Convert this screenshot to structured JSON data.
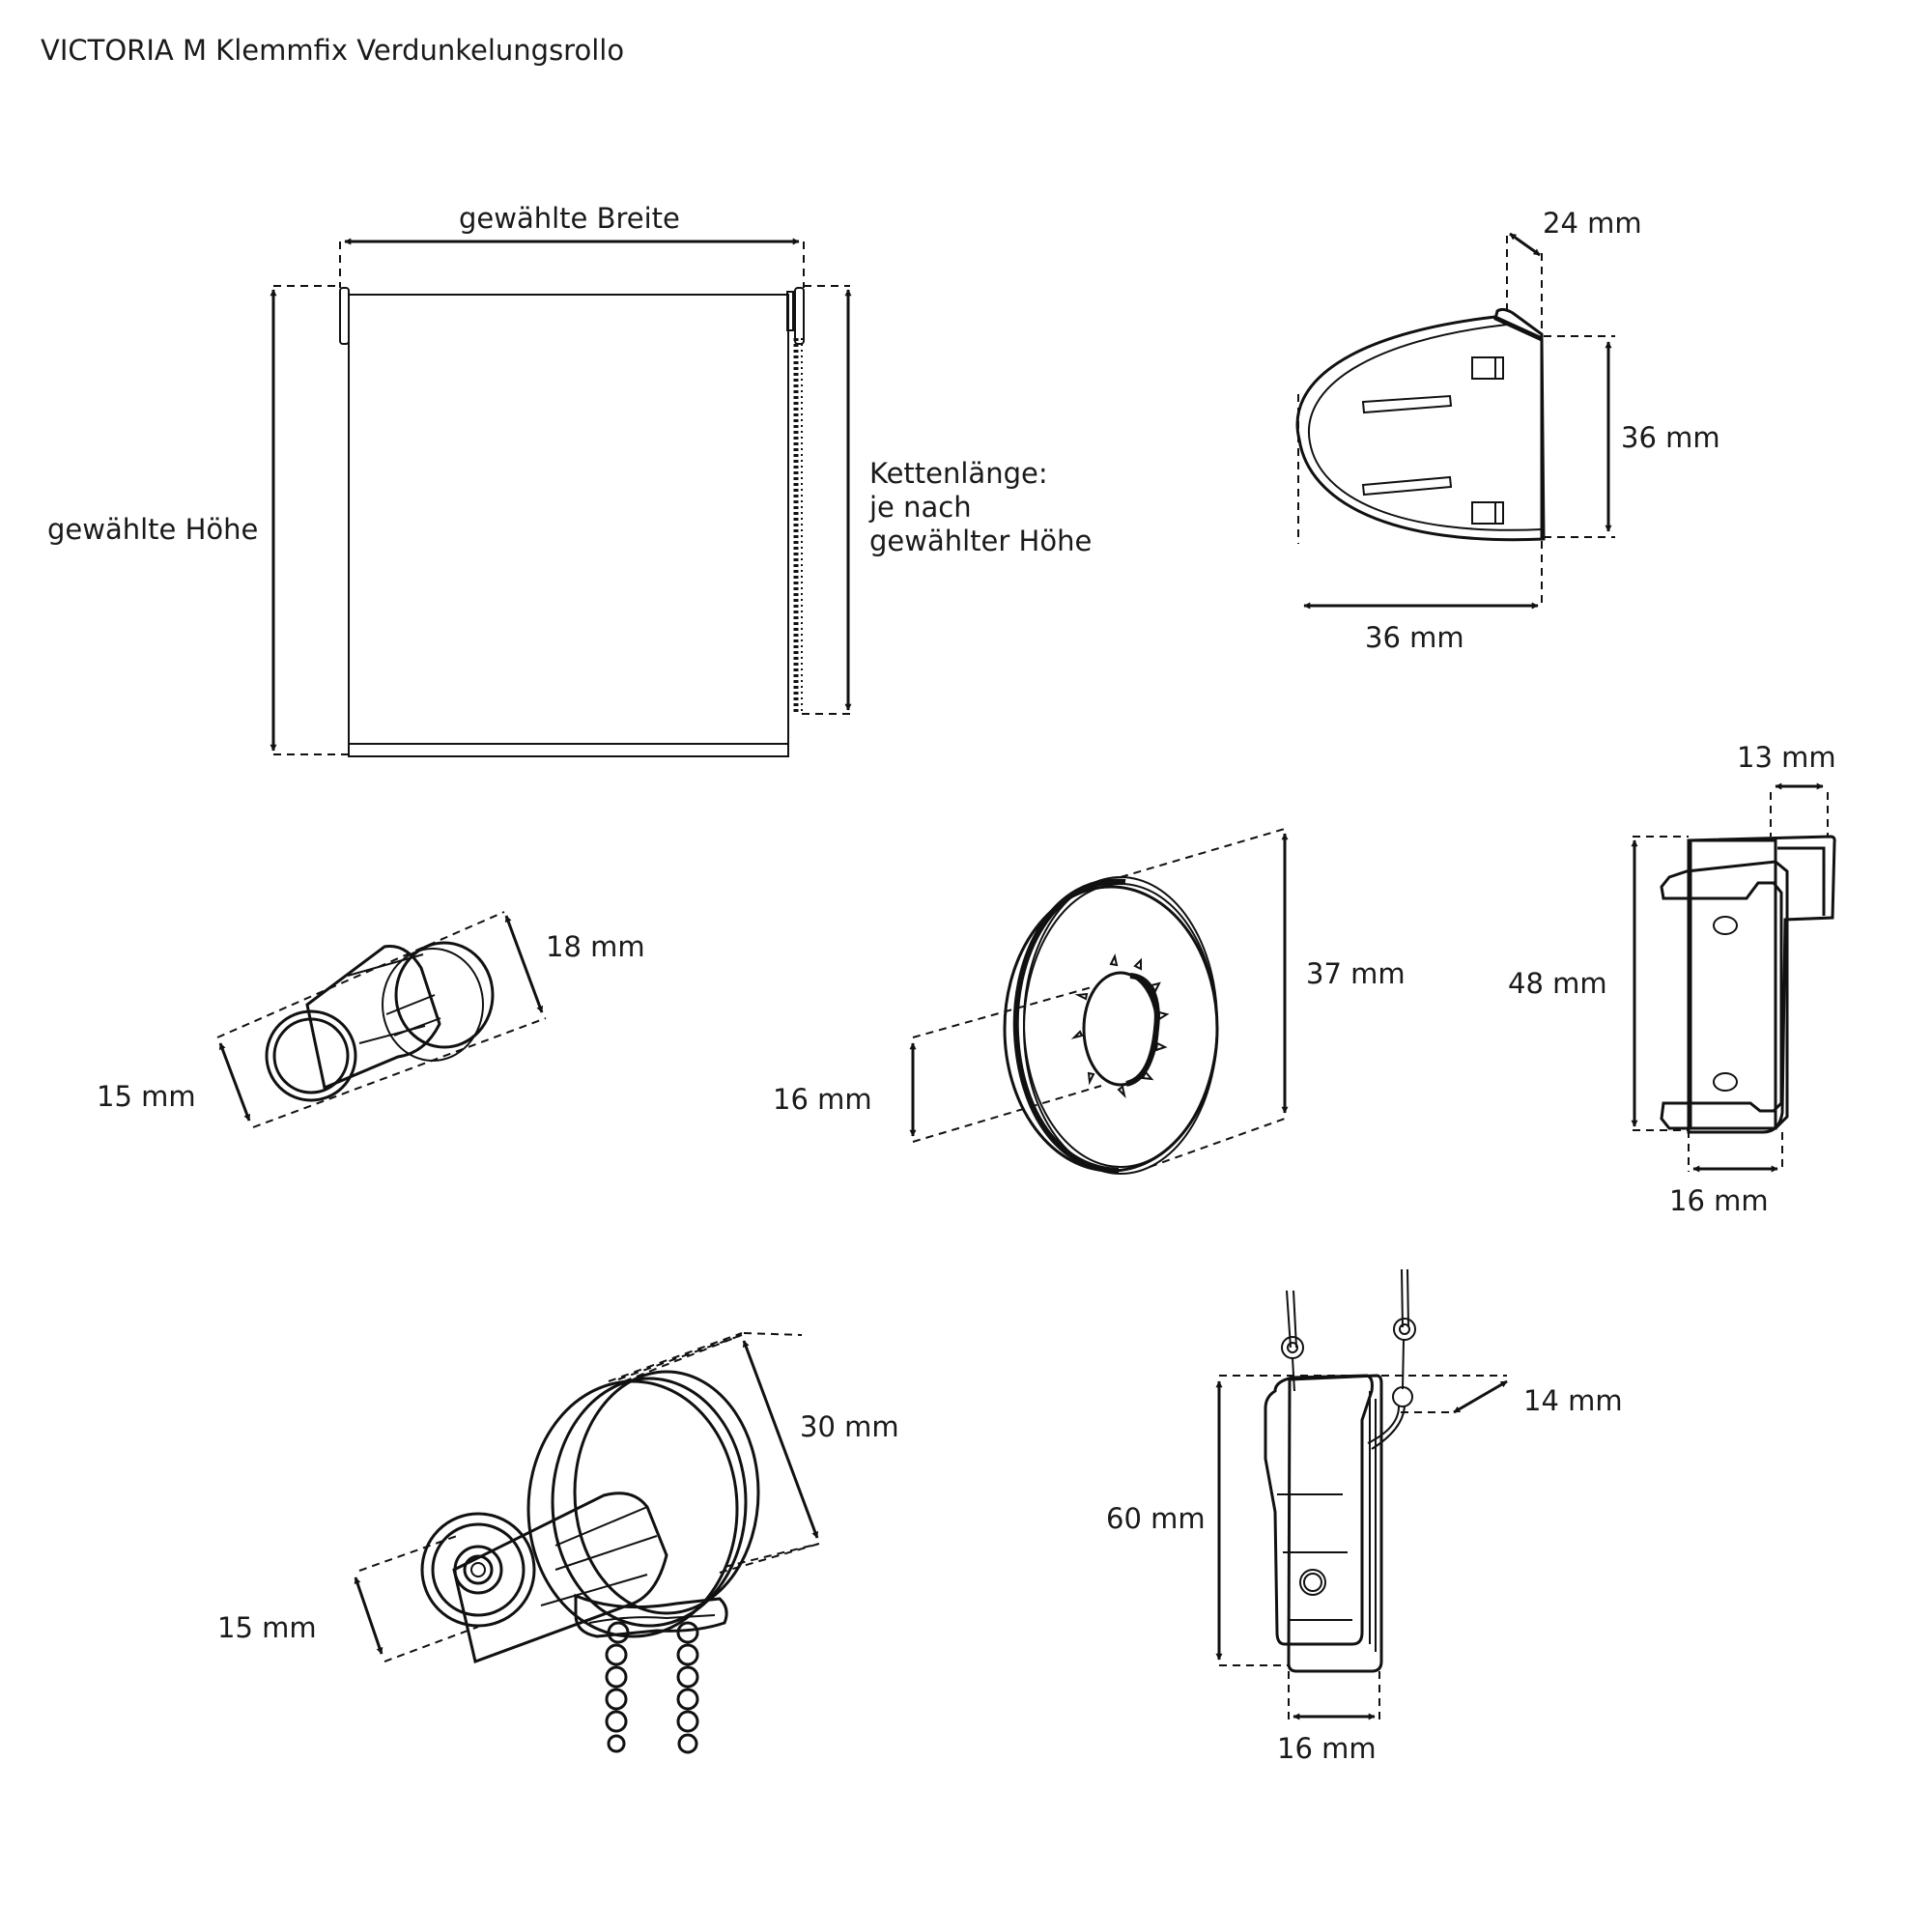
{
  "title": "VICTORIA M Klemmfix Verdunkelungsrollo",
  "blind": {
    "width_label": "gewählte Breite",
    "height_label": "gewählte Höhe",
    "chain_label_line1": "Kettenlänge:",
    "chain_label_line2": "je nach",
    "chain_label_line3": "gewählter Höhe"
  },
  "clamp_bracket": {
    "depth": "24 mm",
    "height": "36 mm",
    "width": "36 mm"
  },
  "end_plug": {
    "length": "18 mm",
    "diameter": "15 mm"
  },
  "washer": {
    "outer": "37 mm",
    "inner": "16 mm"
  },
  "wall_clip": {
    "top": "13 mm",
    "height": "48 mm",
    "bottom": "16 mm"
  },
  "chain_mechanism": {
    "diameter": "30 mm",
    "shaft": "15 mm"
  },
  "chain_clip": {
    "depth": "14 mm",
    "height": "60 mm",
    "width": "16 mm"
  }
}
